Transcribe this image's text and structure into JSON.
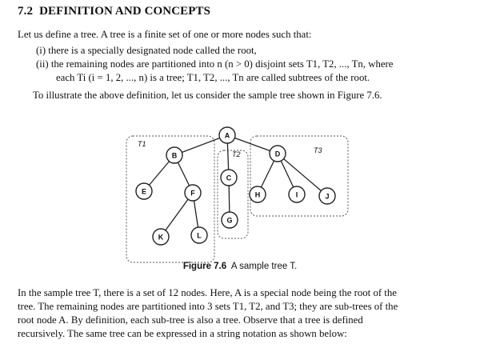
{
  "section": {
    "number": "7.2",
    "title": "DEFINITION AND CONCEPTS"
  },
  "paragraphs": {
    "intro": "Let us define a tree. A tree is a finite set of one or more nodes such that:",
    "item1": "(i) there is a specially designated node called the root,",
    "item2_line1": "(ii) the remaining nodes are partitioned into n (n > 0) disjoint sets T1, T2, ..., Tn, where",
    "item2_line2": "each Ti (i = 1, 2, ..., n) is a tree; T1, T2, ..., Tn are called subtrees of the root.",
    "illustrate": "To illustrate the above definition, let us consider the sample tree shown in Figure 7.6.",
    "body1": "In the sample tree T, there is a set of 12 nodes. Here, A is a special node being the root of the",
    "body2": "tree. The remaining nodes are partitioned into 3 sets T1, T2, and T3; they are sub-trees of the",
    "body3": "root node A. By definition, each sub-tree is also a tree. Observe that a tree is defined",
    "body4": "recursively. The same tree can be expressed in a string notation as shown below:"
  },
  "figure": {
    "caption_num": "Figure 7.6",
    "caption_text": "A sample tree T.",
    "subtree_labels": [
      "T1",
      "T2",
      "T3"
    ],
    "nodes": [
      "A",
      "B",
      "C",
      "D",
      "E",
      "F",
      "G",
      "H",
      "I",
      "J",
      "K",
      "L"
    ]
  }
}
